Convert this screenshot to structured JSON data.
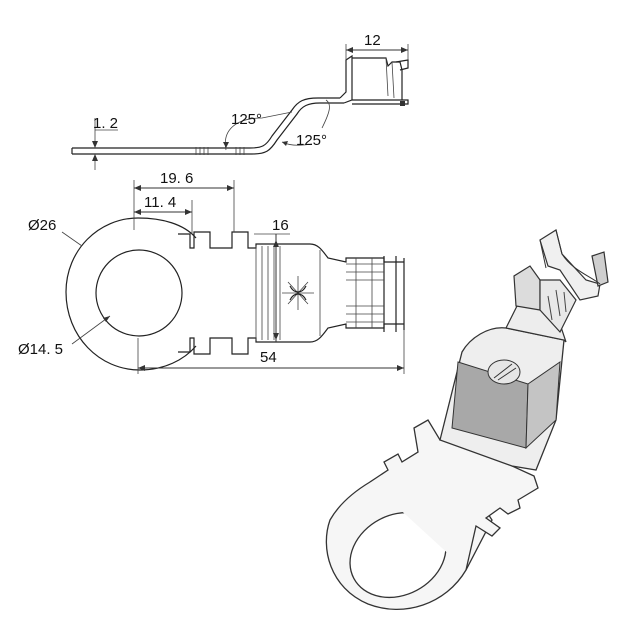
{
  "dimensions": {
    "top_width": "12",
    "thickness": "1. 2",
    "bend_angle_1": "125°",
    "bend_angle_2": "125°",
    "len_19_6": "19. 6",
    "len_11_4": "11. 4",
    "ring_outer_dia": "Ø26",
    "ring_inner_dia": "Ø14. 5",
    "barrel_width": "16",
    "overall_length": "54"
  },
  "colors": {
    "line": "#333333",
    "shade": "#a8a8a8",
    "metal": "#f4f4f4"
  }
}
